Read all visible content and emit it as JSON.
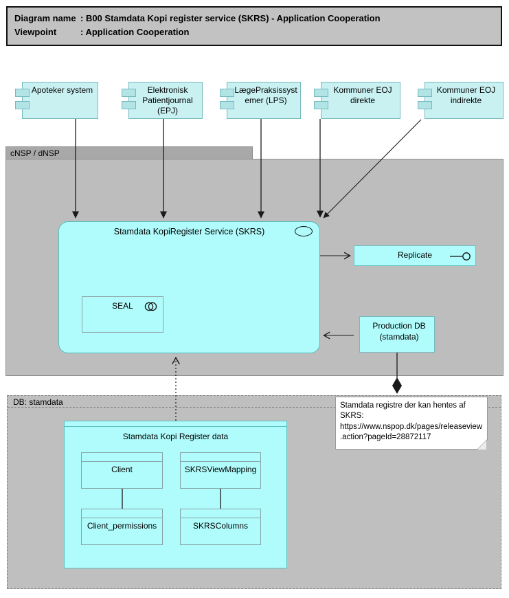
{
  "title_bar": {
    "rows": [
      {
        "label": "Diagram name",
        "value": ": B00 Stamdata Kopi register service (SKRS) - Application Cooperation"
      },
      {
        "label": "Viewpoint",
        "value": ": Application Cooperation"
      }
    ]
  },
  "actors": [
    {
      "label": "Apoteker system"
    },
    {
      "label": "Elektronisk Patientjournal (EPJ)"
    },
    {
      "label": "LægePraksissystemer (LPS)"
    },
    {
      "label": "Kommuner EOJ direkte"
    },
    {
      "label": "Kommuner EOJ indirekte"
    }
  ],
  "groups": {
    "cnsp": {
      "label": "cNSP / dNSP"
    },
    "db": {
      "label": "DB: stamdata"
    }
  },
  "service": {
    "label": "Stamdata KopiRegister Service (SKRS)"
  },
  "seal": {
    "label": "SEAL"
  },
  "replicate": {
    "label": "Replicate"
  },
  "production_db": {
    "label": "Production DB (stamdata)"
  },
  "note": {
    "text": "Stamdata registre der kan hentes af SKRS: https://www.nspop.dk/pages/releaseview.action?pageId=28872117"
  },
  "data_store": {
    "label": "Stamdata Kopi Register data",
    "tables": [
      {
        "label": "Client"
      },
      {
        "label": "SKRSViewMapping"
      },
      {
        "label": "Client_permissions"
      },
      {
        "label": "SKRSColumns"
      }
    ]
  },
  "icons": {
    "service_icon": "ellipse-outline",
    "interface_icon": "lollipop",
    "collaboration_icon": "two-overlapping-circles",
    "component_icon": "uml-component-tabs",
    "composition_icon": "filled-diamond"
  },
  "colors": {
    "component_fill": "#c9f1f2",
    "component_border": "#76b9bd",
    "service_fill": "#b0fbfb",
    "service_border": "#4fbfbf",
    "group_fill": "#bdbdbd",
    "group_tab_fill": "#a8a8a8",
    "titlebar_fill": "#c2c2c2",
    "note_fill": "#ffffff",
    "connector": "#1a1a1a"
  }
}
